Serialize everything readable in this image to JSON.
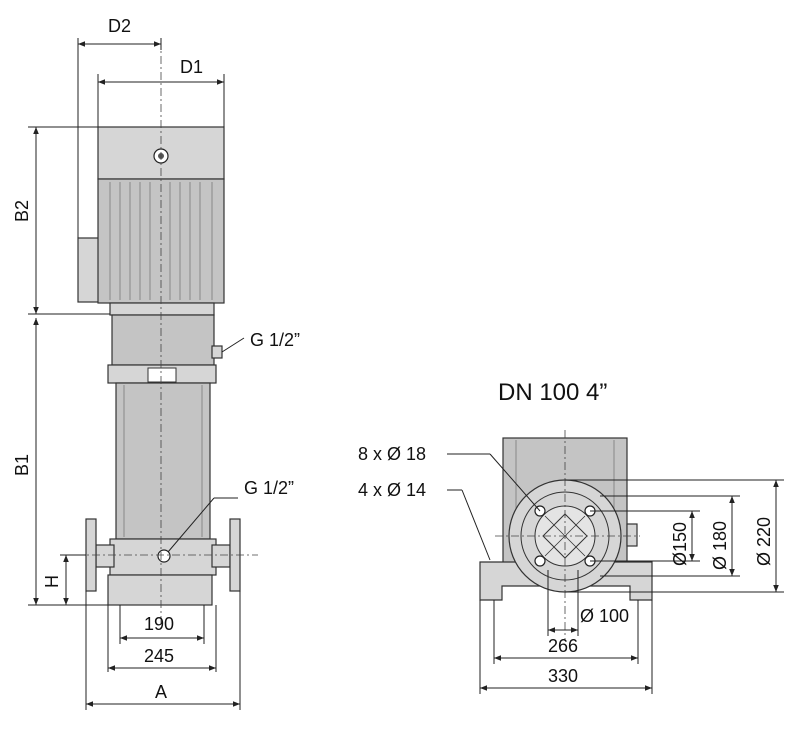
{
  "labels": {
    "d2": "D2",
    "d1": "D1",
    "b2": "B2",
    "b1": "B1",
    "h": "H",
    "g_upper": "G 1/2”",
    "g_lower": "G 1/2”",
    "dim_190": "190",
    "dim_245": "245",
    "dim_a": "A",
    "flange_title": "DN 100 4”",
    "holes_8": "8 x Ø 18",
    "holes_4": "4 x Ø 14",
    "dia_150": "Ø150",
    "dia_180": "Ø 180",
    "dia_220": "Ø 220",
    "dia_100": "Ø 100",
    "dim_266": "266",
    "dim_330": "330"
  }
}
